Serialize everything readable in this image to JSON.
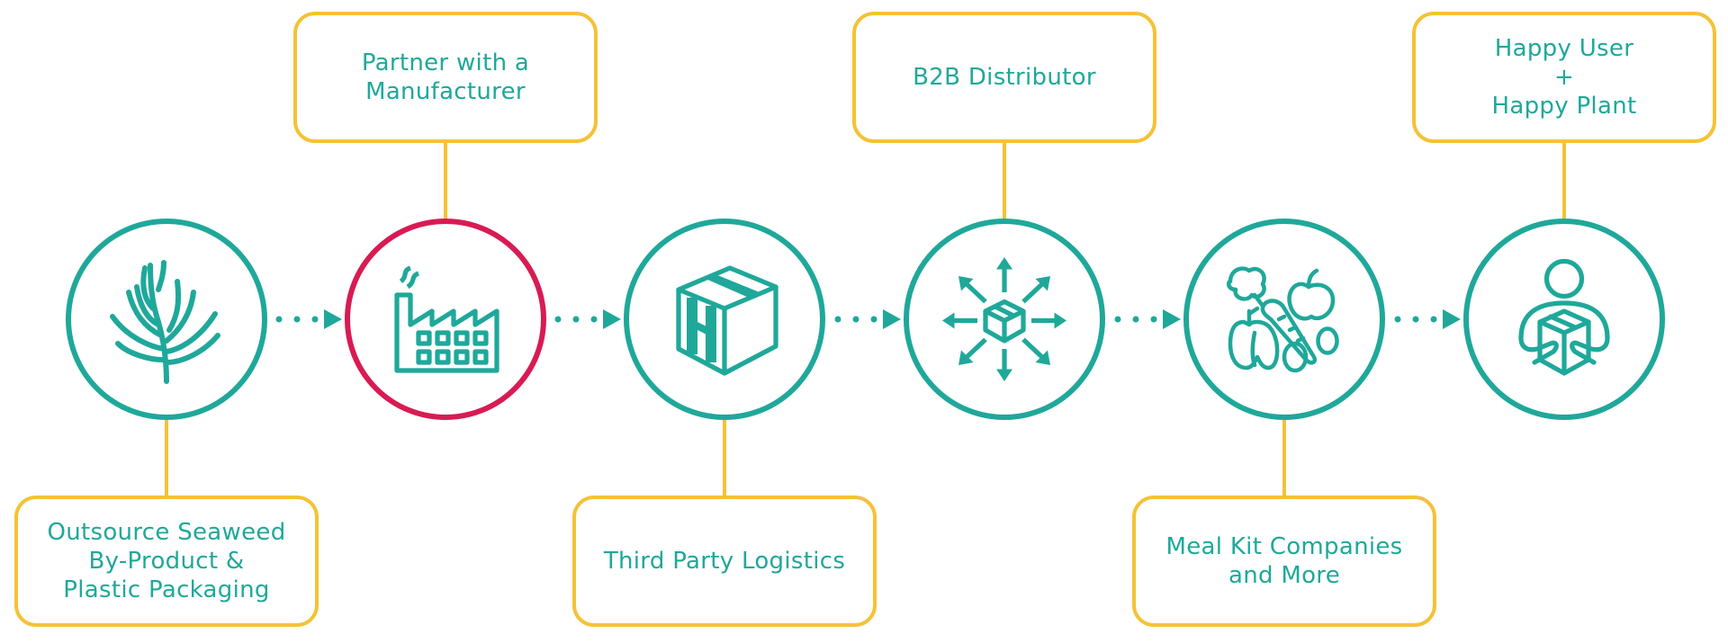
{
  "colors": {
    "teal": "#1FA89A",
    "gold": "#F5C236",
    "highlight": "#D81B53"
  },
  "steps": [
    {
      "label": "Outsource Seaweed\nBy-Product  &\nPlastic Packaging",
      "icon": "seaweed-icon"
    },
    {
      "label": "Partner with a\nManufacturer",
      "icon": "factory-icon"
    },
    {
      "label": "Third Party Logistics",
      "icon": "box-icon"
    },
    {
      "label": "B2B Distributor",
      "icon": "distribution-icon"
    },
    {
      "label": "Meal Kit Companies\nand More",
      "icon": "vegetables-icon"
    },
    {
      "label": "Happy User\n+\nHappy Plant",
      "icon": "user-with-box-icon"
    }
  ]
}
